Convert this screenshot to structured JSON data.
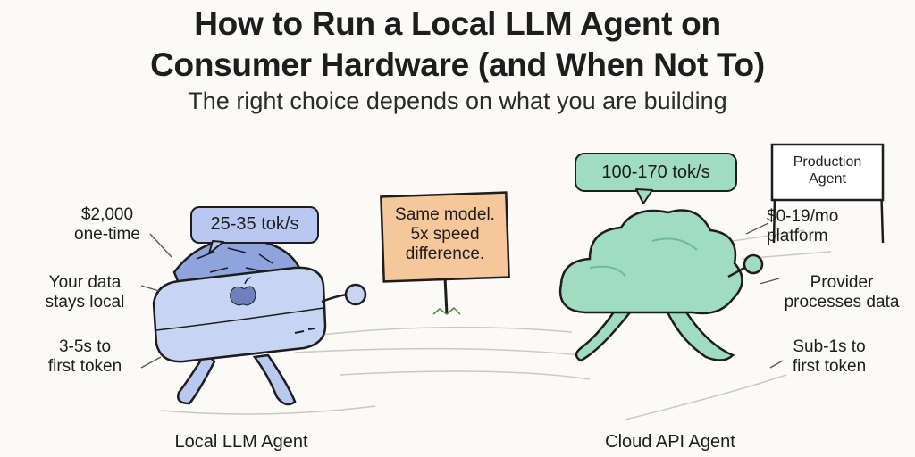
{
  "title_line1": "How to Run a Local LLM Agent on",
  "title_line2": "Consumer Hardware (and When Not To)",
  "subtitle": "The right choice depends on what you are building",
  "local": {
    "speed": "25-35 tok/s",
    "cost": [
      "$2,000",
      "one-time"
    ],
    "privacy": [
      "Your data",
      "stays local"
    ],
    "latency": [
      "3-5s to",
      "first token"
    ],
    "caption": "Local LLM Agent"
  },
  "middle_sign": [
    "Same model.",
    "5x speed",
    "difference."
  ],
  "cloud": {
    "speed": "100-170 tok/s",
    "sign": [
      "Production",
      "Agent"
    ],
    "cost": [
      "$0-19/mo",
      "platform"
    ],
    "privacy": [
      "Provider",
      "processes data"
    ],
    "latency": [
      "Sub-1s to",
      "first token"
    ],
    "caption": "Cloud API Agent"
  },
  "colors": {
    "local_blue": "#b9c8f0",
    "local_blue_dark": "#8fa3dd",
    "cloud_green": "#9fdcc0",
    "cloud_green_dark": "#6dbb97",
    "sign_orange": "#f6c79b",
    "ink": "#1d1d1d"
  }
}
